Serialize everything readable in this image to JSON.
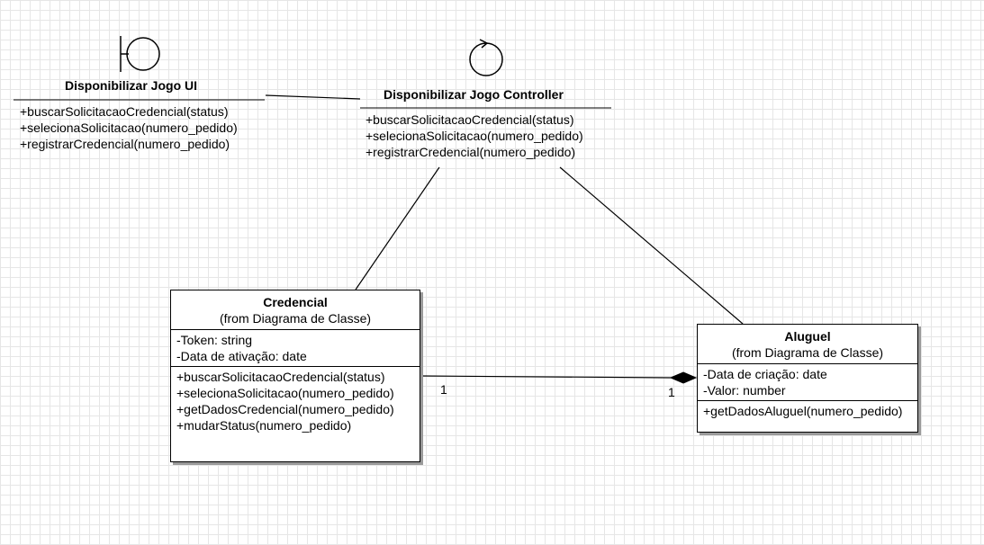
{
  "boundary": {
    "name": "Disponibilizar Jogo UI",
    "operations": [
      "+buscarSolicitacaoCredencial(status)",
      "+selecionaSolicitacao(numero_pedido)",
      "+registrarCredencial(numero_pedido)"
    ]
  },
  "controller": {
    "name": "Disponibilizar Jogo Controller",
    "operations": [
      "+buscarSolicitacaoCredencial(status)",
      "+selecionaSolicitacao(numero_pedido)",
      "+registrarCredencial(numero_pedido)"
    ]
  },
  "credencial": {
    "name": "Credencial",
    "origin": "(from Diagrama de Classe)",
    "attributes": [
      "-Token: string",
      "-Data de ativação: date"
    ],
    "operations": [
      "+buscarSolicitacaoCredencial(status)",
      "+selecionaSolicitacao(numero_pedido)",
      "+getDadosCredencial(numero_pedido)",
      "+mudarStatus(numero_pedido)"
    ]
  },
  "aluguel": {
    "name": "Aluguel",
    "origin": "(from Diagrama de Classe)",
    "attributes": [
      "-Data de criação: date",
      "-Valor: number"
    ],
    "operations": [
      "+getDadosAluguel(numero_pedido)"
    ]
  },
  "association": {
    "mult_credencial": "1",
    "mult_aluguel": "1"
  }
}
